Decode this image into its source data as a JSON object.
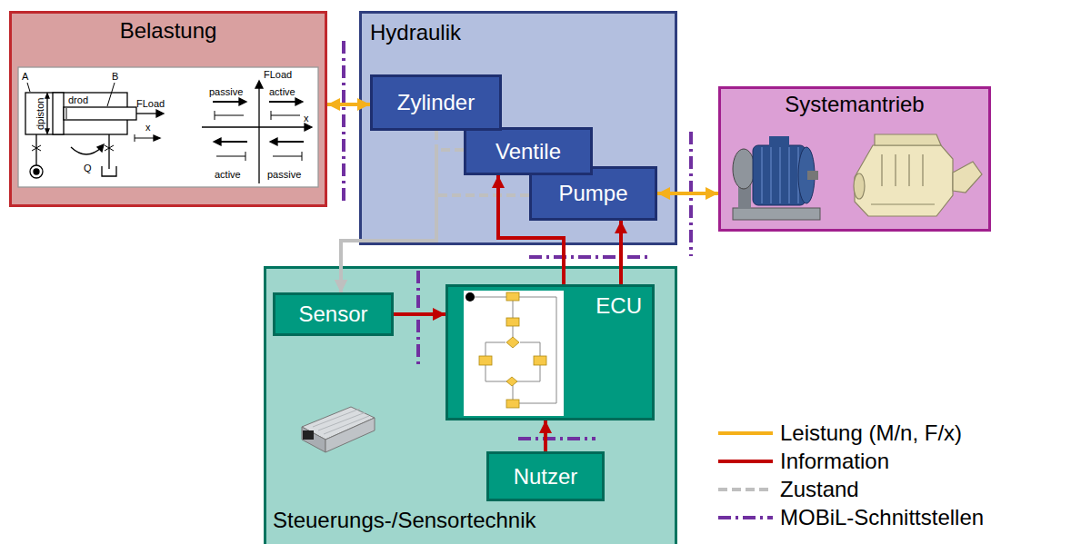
{
  "diagram": {
    "nodes": [
      {
        "text": [
          "Belastung"
        ]
      },
      {
        "text": [
          "Hydraulik"
        ]
      },
      {
        "text": [
          "Zylinder"
        ],
        "in": 1
      },
      {
        "text": [
          "Ventile"
        ],
        "in": 1
      },
      {
        "text": [
          "Pumpe"
        ],
        "in": 1
      },
      {
        "text": [
          "Systemantrieb"
        ]
      },
      {
        "text": [
          "Steuerungs-/Sensortechnik"
        ]
      },
      {
        "text": [
          "Sensor"
        ],
        "in": 6
      },
      {
        "text": [
          "ECU"
        ],
        "in": 6
      },
      {
        "text": [
          "Nutzer"
        ],
        "in": 6
      }
    ],
    "edges": [
      {
        "from": 0,
        "to": 2,
        "arrow": "both"
      },
      {
        "from": 4,
        "to": 5,
        "arrow": "both"
      },
      {
        "from": 2,
        "to": 7,
        "arrow": "to"
      },
      {
        "from": 3,
        "to": 7,
        "arrow": "to"
      },
      {
        "from": 4,
        "to": 7,
        "arrow": "to"
      },
      {
        "from": 7,
        "to": 8,
        "arrow": "to"
      },
      {
        "from": 8,
        "to": 3,
        "arrow": "to"
      },
      {
        "from": 8,
        "to": 4,
        "arrow": "to"
      },
      {
        "from": 9,
        "to": 8,
        "arrow": "to"
      }
    ],
    "labels": [
      "A",
      "B",
      "dpiston",
      "drod",
      "FLoad",
      "x",
      "Q",
      "FLoad",
      "passive",
      "active",
      "active",
      "passive",
      "x"
    ],
    "legend": [
      {
        "text": "Leistung (M/n, F/x)",
        "color": "#f5b01a"
      },
      {
        "text": "Information",
        "color": "#c00000"
      },
      {
        "text": "Zustand"
      },
      {
        "text": "MOBiL-Schnittstellen"
      }
    ]
  }
}
